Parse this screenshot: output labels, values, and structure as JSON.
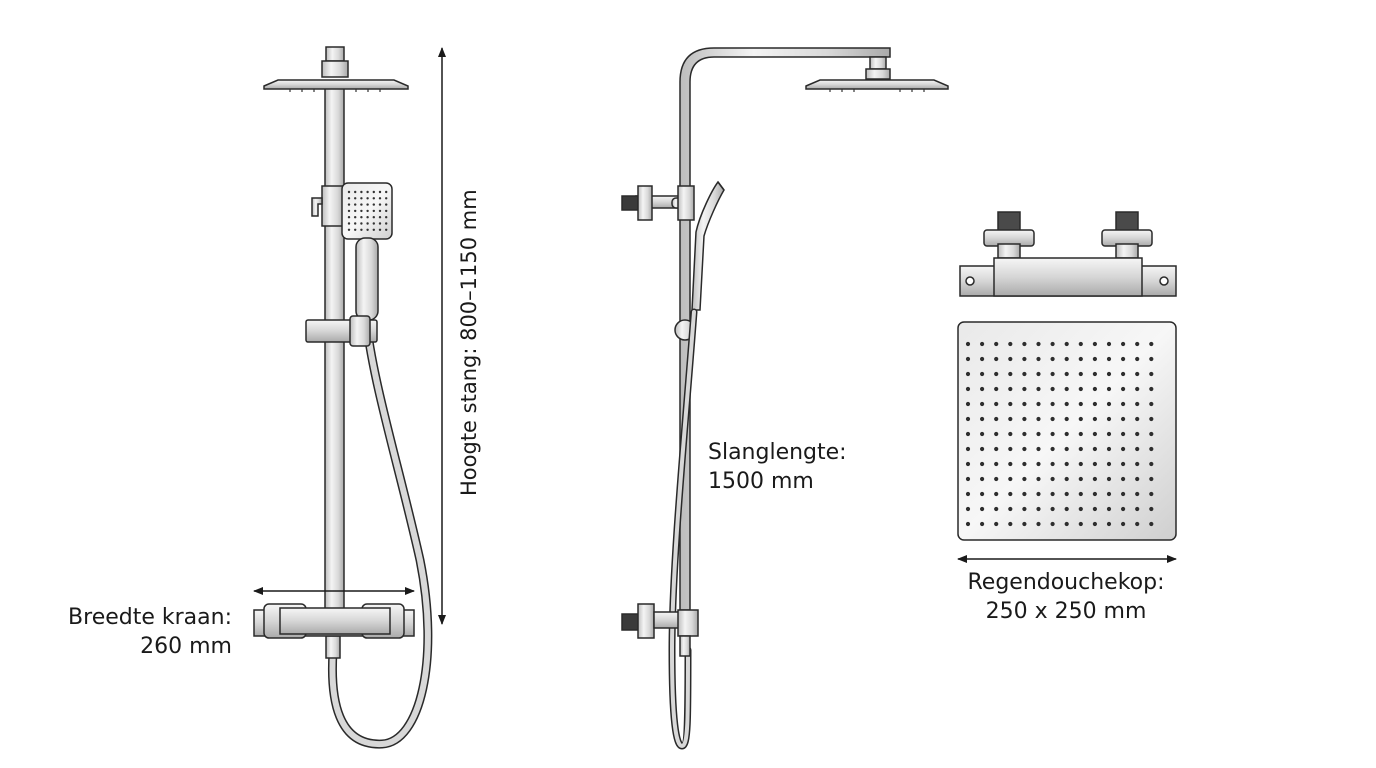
{
  "labels": {
    "rod_height": "Hoogte stang: 800–1150 mm",
    "hose_length_title": "Slanglengte:",
    "hose_length_value": "1500 mm",
    "rain_head_title": "Regendouchekop:",
    "rain_head_value": "250 x 250 mm",
    "faucet_width_title": "Breedte kraan:",
    "faucet_width_value": "260 mm"
  },
  "colors": {
    "outline": "#2a2a2a",
    "chrome_light": "#f2f2f2",
    "chrome_mid": "#d4d4d4",
    "chrome_dark": "#a8a8a8",
    "nozzle": "#333333"
  }
}
